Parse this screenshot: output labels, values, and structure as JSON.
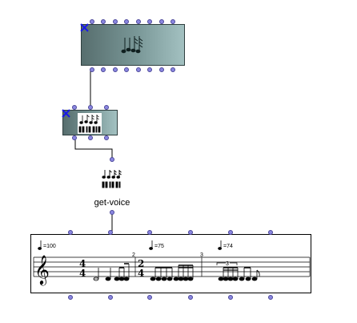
{
  "patch": {
    "objects": {
      "top_box": {
        "name": "voices-class-box"
      },
      "mid_box": {
        "name": "voice-mini-box"
      },
      "get_voice": {
        "label": "get-voice"
      },
      "score": {
        "tempi": [
          {
            "value": "=100"
          },
          {
            "value": "=75"
          },
          {
            "value": "=74"
          }
        ],
        "time_signature": {
          "top": "4",
          "bottom": "4"
        },
        "time_signature_2": {
          "top": "2",
          "bottom": "4"
        },
        "measure_numbers": [
          "2",
          "3"
        ],
        "tuplet_label": "3"
      }
    }
  },
  "colors": {
    "inlet": "#8b87e0",
    "connection": "#000000",
    "box_dark": "#576e6e",
    "box_light": "#a3c1c1",
    "lock_x": "#1a1ae6"
  },
  "icons": [
    "close-x-icon",
    "notes-icon",
    "piano-keys-icon",
    "treble-clef-icon"
  ]
}
